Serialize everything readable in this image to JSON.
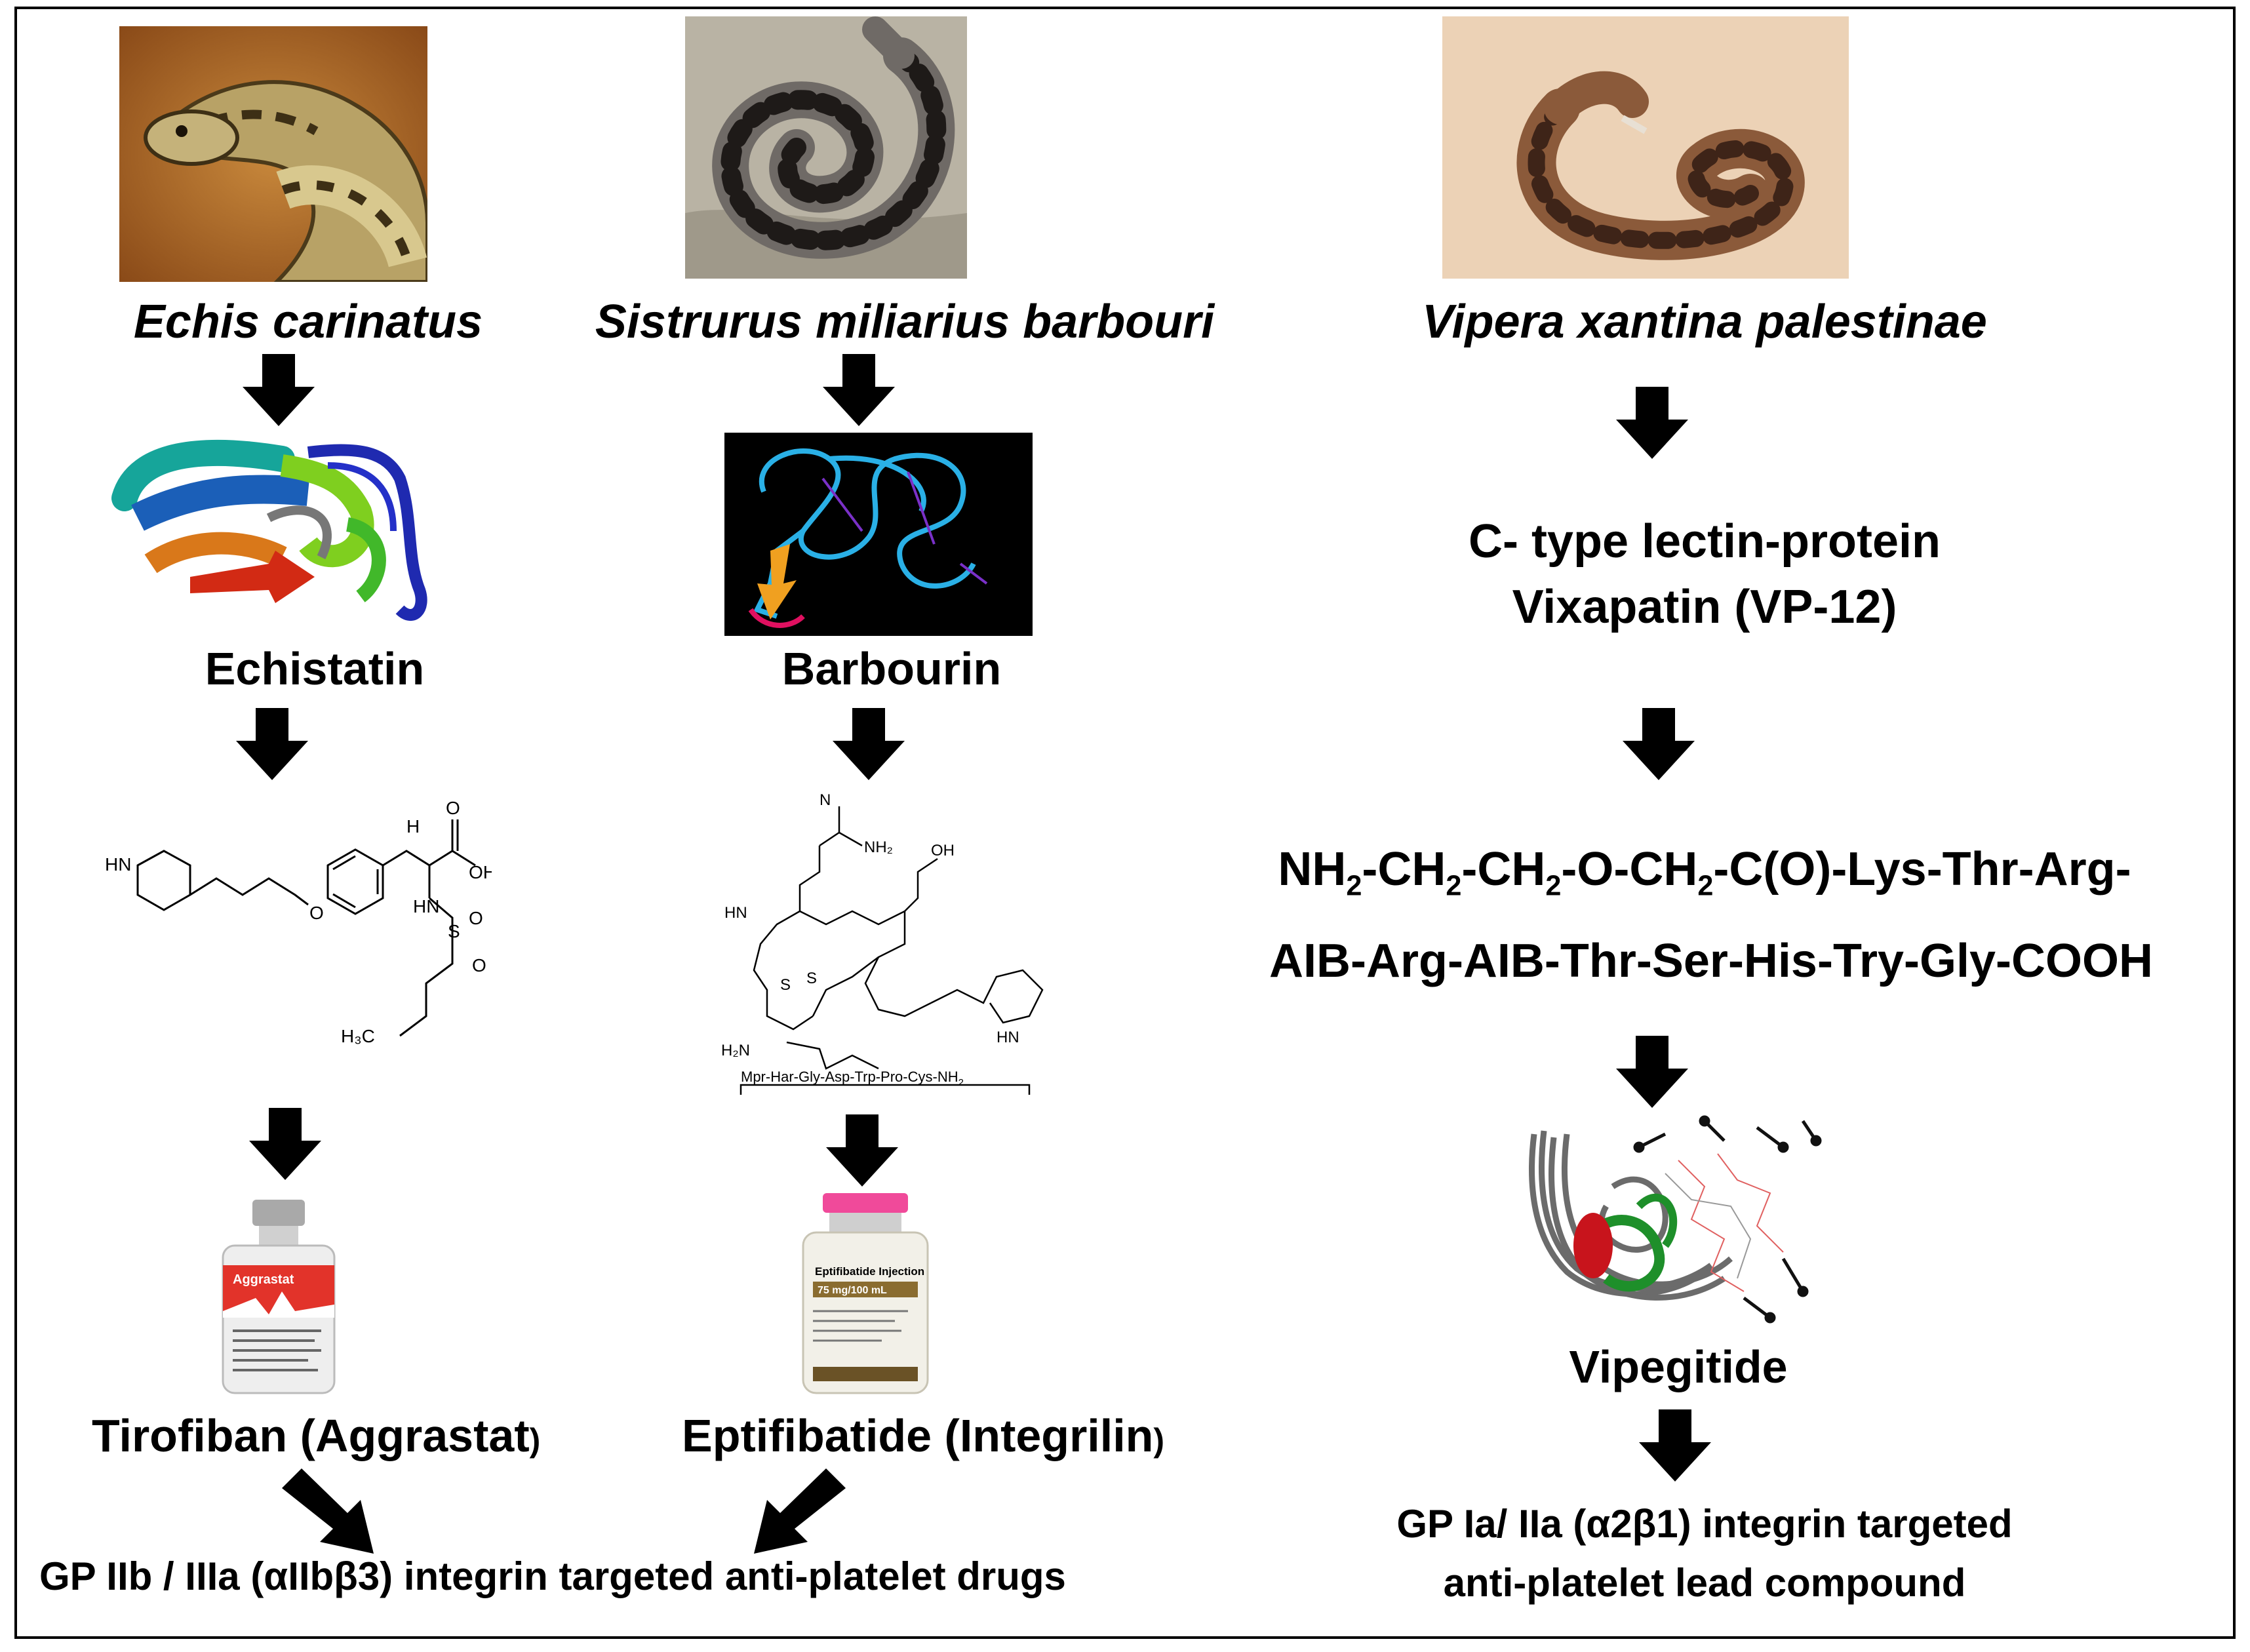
{
  "columns": [
    {
      "species": "Echis carinatus",
      "protein": "Echistatin",
      "drug": "Tirofiban (Aggrastat",
      "drug_close": ")",
      "vial_brand": "Aggrastat"
    },
    {
      "species": "Sistrurus miliarius barbouri",
      "protein": "Barbourin",
      "drug": "Eptifibatide (Integrilin",
      "drug_close": ")",
      "peptide_seq": "Mpr-Har-Gly-Asp-Trp-Pro-Cys-NH",
      "peptide_seq_sub": "2",
      "vial_title": "Eptifibatide Injection",
      "vial_dose": "75 mg/100 mL"
    },
    {
      "species": "Vipera xantina palestinae",
      "protein_line1": "C- type lectin-protein",
      "protein_line2": "Vixapatin (VP-12)",
      "seq_line1_a": "NH",
      "seq_line1_sub1": "2",
      "seq_line1_b": "-CH",
      "seq_line1_sub2": "2",
      "seq_line1_c": "-CH",
      "seq_line1_sub3": "2",
      "seq_line1_d": "-O-CH",
      "seq_line1_sub4": "2",
      "seq_line1_e": "-C(O)-Lys-Thr-Arg-",
      "seq_line2": "AIB-Arg-AIB-Thr-Ser-His-Try-Gly-COOH",
      "product": "Vipegitide",
      "target_line1": "GP Ia/ IIa (α2β1) integrin targeted",
      "target_line2": "anti-platelet  lead compound"
    }
  ],
  "shared_target": "GP IIb / IIIa (αIIbβ3) integrin targeted anti-platelet drugs",
  "chem_labels": {
    "nh": "HN",
    "oh": "OH",
    "o": "O",
    "h": "H",
    "hn": "HN",
    "s": "S",
    "h3c": "H₃C",
    "nh2": "NH₂",
    "h2n": "H₂N",
    "n": "N",
    "hn_indole": "HN"
  }
}
